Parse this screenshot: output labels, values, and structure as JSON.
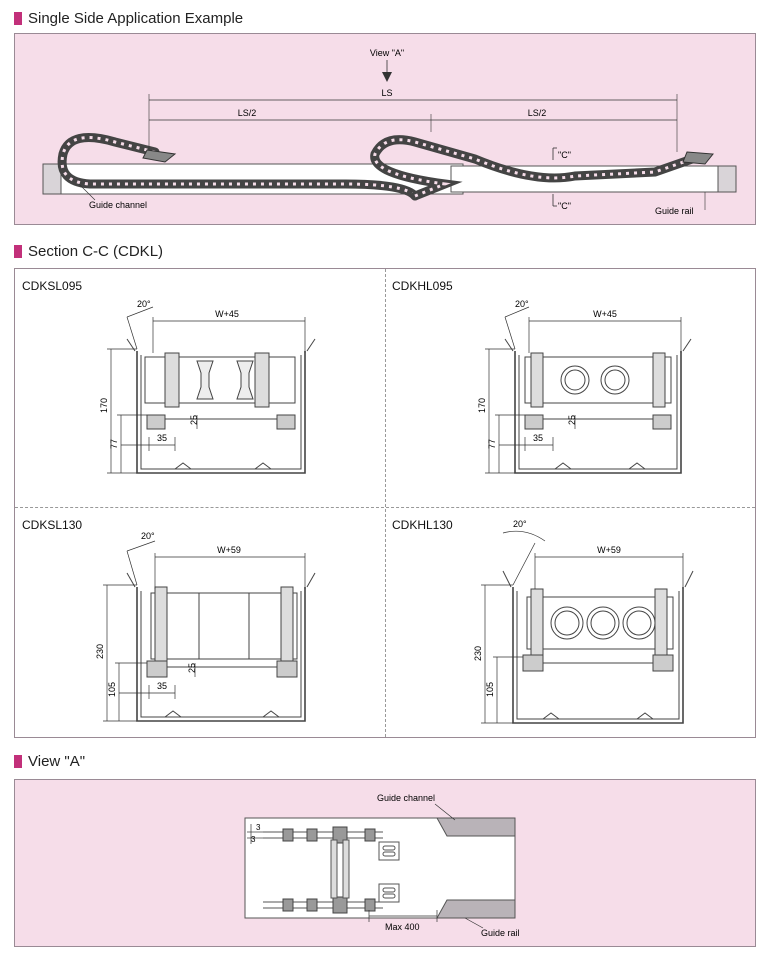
{
  "sections": {
    "single_side": {
      "title": "Single Side Application Example"
    },
    "section_cc": {
      "title": "Section C-C (CDKL)"
    },
    "view_a": {
      "title": "View \"A\""
    }
  },
  "single_side_diagram": {
    "view_label": "View \"A\"",
    "ls": "LS",
    "ls_half_left": "LS/2",
    "ls_half_right": "LS/2",
    "c_top": "\"C\"",
    "c_bottom": "\"C\"",
    "guide_channel": "Guide channel",
    "guide_rail": "Guide rail"
  },
  "cells": [
    {
      "model": "CDKSL095",
      "angle": "20°",
      "width": "W+45",
      "height_total": "170",
      "height_lower": "77",
      "offset_x": "35",
      "offset_y": "25"
    },
    {
      "model": "CDKHL095",
      "angle": "20°",
      "width": "W+45",
      "height_total": "170",
      "height_lower": "77",
      "offset_x": "35",
      "offset_y": "25"
    },
    {
      "model": "CDKSL130",
      "angle": "20°",
      "width": "W+59",
      "height_total": "230",
      "height_lower": "105",
      "offset_x": "35",
      "offset_y": "25"
    },
    {
      "model": "CDKHL130",
      "angle": "20°",
      "width": "W+59",
      "height_total": "230",
      "height_lower": "105"
    }
  ],
  "view_a_diagram": {
    "guide_channel": "Guide channel",
    "guide_rail": "Guide rail",
    "max": "Max 400",
    "dim_3a": "3",
    "dim_3b": "3"
  },
  "colors": {
    "accent": "#c2307a",
    "panel_pink": "#f6dde9",
    "rail_gray": "#b9b3b8"
  }
}
